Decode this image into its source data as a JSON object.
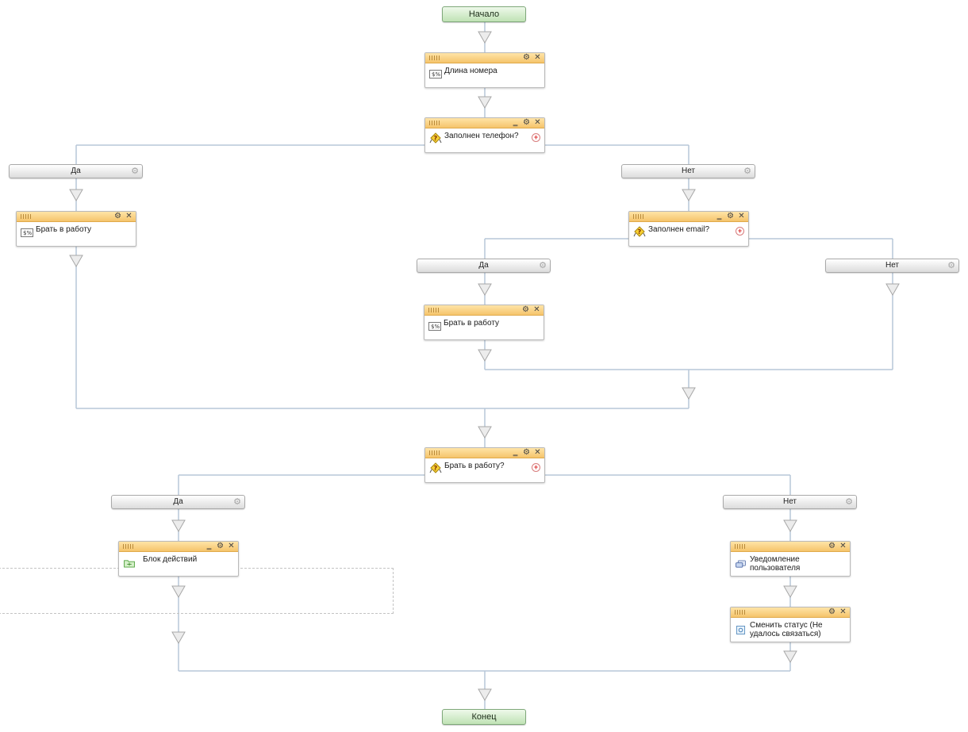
{
  "start": {
    "label": "Начало"
  },
  "end": {
    "label": "Конец"
  },
  "blocks": {
    "dlina": {
      "title": "Длина номера",
      "icon": "calc-icon"
    },
    "q_phone": {
      "title": "Заполнен телефон?",
      "icon": "question-icon"
    },
    "take_left": {
      "title": "Брать в работу",
      "icon": "calc-icon"
    },
    "q_email": {
      "title": "Заполнен email?",
      "icon": "question-icon"
    },
    "take_mid": {
      "title": "Брать в работу",
      "icon": "calc-icon"
    },
    "q_take": {
      "title": "Брать в работу?",
      "icon": "question-icon"
    },
    "actions": {
      "title": "Блок действий",
      "icon": "folder-icon"
    },
    "notify": {
      "title": "Уведомление пользователя",
      "icon": "message-icon"
    },
    "status": {
      "title": "Сменить статус (Не удалось связаться)",
      "icon": "status-icon"
    }
  },
  "branches": {
    "phone_yes": "Да",
    "phone_no": "Нет",
    "email_yes": "Да",
    "email_no": "Нет",
    "take_yes": "Да",
    "take_no": "Нет"
  },
  "icons": {
    "gear": "⚙",
    "close": "✕",
    "minimize": "‗",
    "plus": "+"
  },
  "colors": {
    "connector": "#b7c7d8",
    "arrow_fill": "#ececec",
    "header": "#f5c46c",
    "terminal": "#bfe2b4"
  }
}
